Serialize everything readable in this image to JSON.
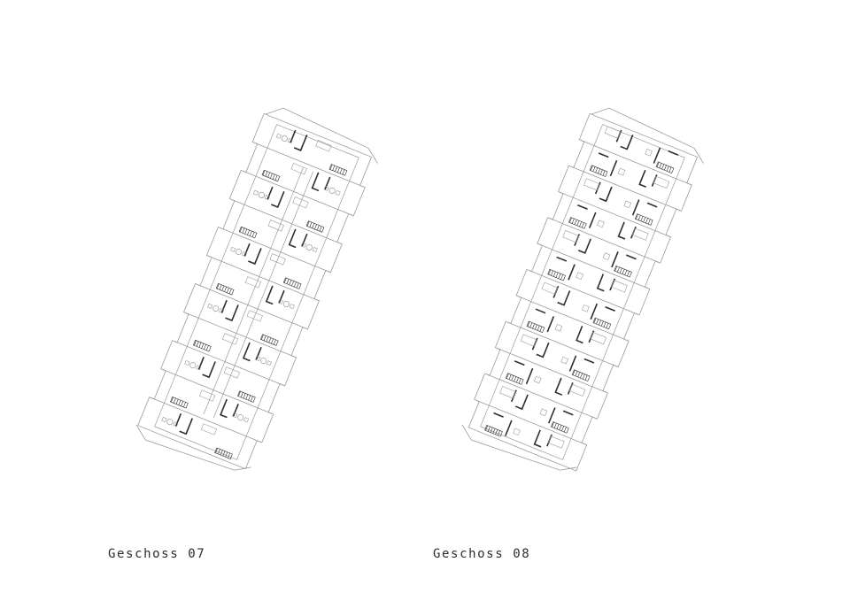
{
  "figure": {
    "plans": [
      {
        "id": "07",
        "caption": "Geschoss 07",
        "units": 11,
        "style": "furnished"
      },
      {
        "id": "08",
        "caption": "Geschoss 08",
        "units": 12,
        "style": "partitions"
      }
    ],
    "colors": {
      "outline": "#9a9a9a",
      "wall": "#2e2e2e",
      "fill": "#ffffff",
      "caption": "#2b2b2b"
    }
  }
}
